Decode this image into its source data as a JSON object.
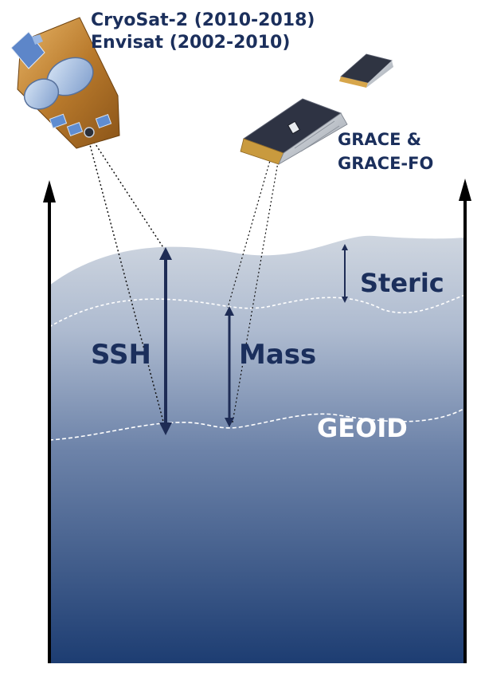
{
  "satellites": {
    "altimetry_line1": "CryoSat-2 (2010-2018)",
    "altimetry_line2": "Envisat (2002-2010)",
    "gravity_line1": "GRACE &",
    "gravity_line2": "GRACE-FO"
  },
  "labels": {
    "ssh": "SSH",
    "mass": "Mass",
    "steric": "Steric",
    "geoid": "GEOID"
  },
  "colors": {
    "label_navy": "#1b2f5c",
    "arrow_navy": "#1e2c55",
    "ocean_top": "#c6cfdc",
    "ocean_bottom": "#1d3d72",
    "geoid_text": "#ffffff"
  }
}
